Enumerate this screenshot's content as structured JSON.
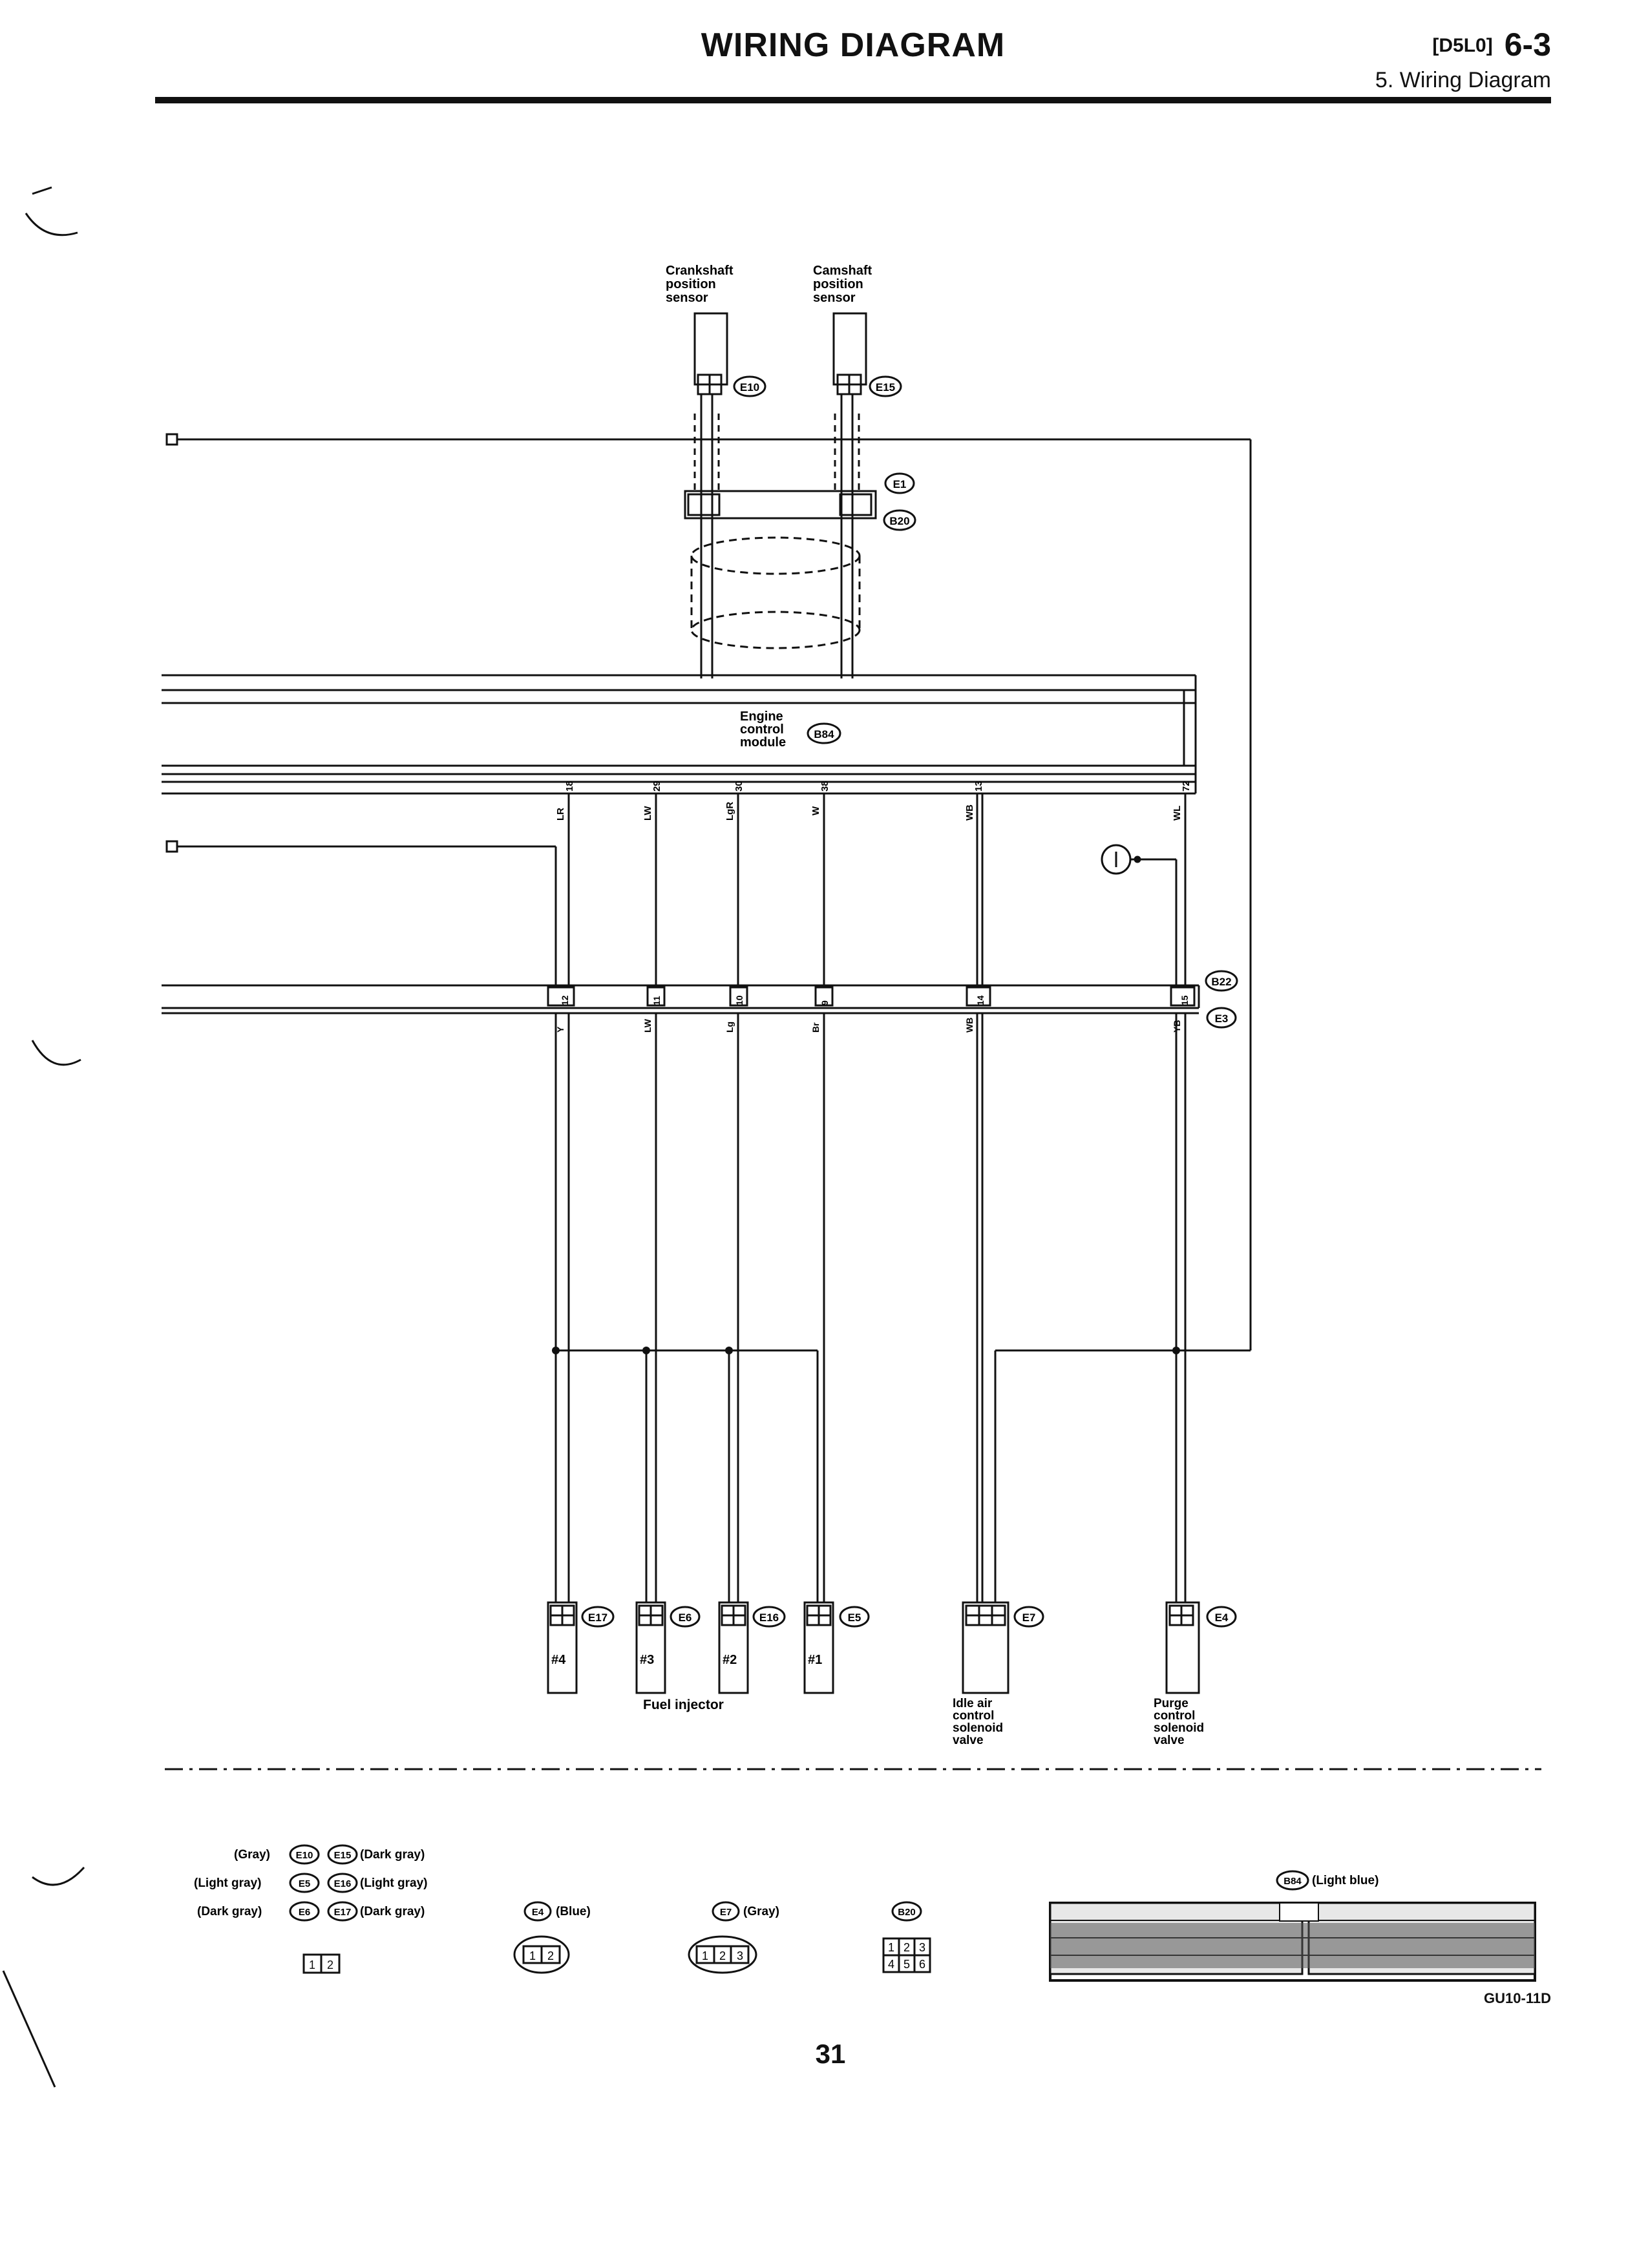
{
  "header": {
    "title": "WIRING DIAGRAM",
    "section_code": "[D5L0]",
    "section_number": "6-3",
    "subtitle": "5. Wiring Diagram"
  },
  "components": {
    "crankshaft_sensor": "Crankshaft position sensor",
    "camshaft_sensor": "Camshaft position sensor",
    "ecm": "Engine control module",
    "fuel_injector": "Fuel injector",
    "idle_air_valve": "Idle air control solenoid valve",
    "purge_valve": "Purge control solenoid valve"
  },
  "connectors": {
    "E10": "E10",
    "E15": "E15",
    "E1": "E1",
    "B20": "B20",
    "B84": "B84",
    "B22": "B22",
    "E3": "E3",
    "E17": "E17",
    "E6": "E6",
    "E16": "E16",
    "E5": "E5",
    "E7": "E7",
    "E4": "E4"
  },
  "ecm_pins": [
    "18",
    "29",
    "30",
    "38",
    "13",
    "72"
  ],
  "harness_pins": [
    "12",
    "11",
    "10",
    "9",
    "14",
    "15"
  ],
  "wire_colors": {
    "top": [
      "LR",
      "LW",
      "LgR",
      "W",
      "WB",
      "WL"
    ],
    "bottom": [
      "Y",
      "LW",
      "Lg",
      "Br",
      "WB",
      "YB"
    ]
  },
  "injectors": [
    "#4",
    "#3",
    "#2",
    "#1"
  ],
  "legend": {
    "gray": "(Gray)",
    "dark_gray": "(Dark gray)",
    "light_gray": "(Light gray)",
    "blue": "(Blue)",
    "light_blue": "(Light blue)",
    "gray2": "(Gray)"
  },
  "page_number": "31",
  "figure_code": "GU10-11D"
}
